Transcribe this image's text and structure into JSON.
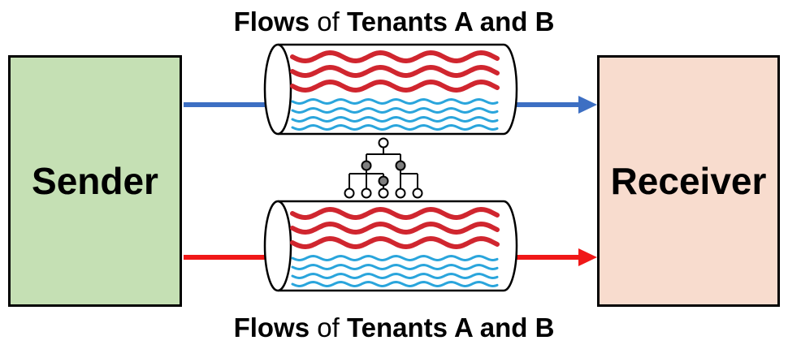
{
  "sender": {
    "label": "Sender",
    "fill": "#c5e0b4"
  },
  "receiver": {
    "label": "Receiver",
    "fill": "#f8dcce"
  },
  "captions": {
    "top": {
      "part1": "Flows",
      "part2": " of ",
      "part3": "Tenants A and B"
    },
    "bottom": {
      "part1": "Flows",
      "part2": " of ",
      "part3": "Tenants A and B"
    }
  },
  "colors": {
    "tenant_a_flow": "#d0262f",
    "tenant_b_flow": "#2aa5dc",
    "top_arrow": "#3d6fc3",
    "bottom_arrow": "#f01818"
  },
  "icons": {
    "center": "hierarchy-tree-icon"
  }
}
